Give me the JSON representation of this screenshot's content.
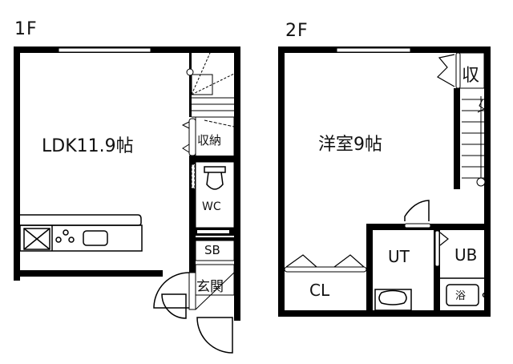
{
  "floor1": {
    "label": "1F",
    "rooms": {
      "ldk": "LDK11.9帖",
      "storage": "収納",
      "wc": "WC",
      "shoe_box": "SB",
      "entrance": "玄関"
    }
  },
  "floor2": {
    "label": "2F",
    "rooms": {
      "western_room": "洋室9帖",
      "closet_small": "収",
      "closet": "CL",
      "utility": "UT",
      "unit_bath": "UB",
      "bathtub": "浴"
    }
  },
  "colors": {
    "wall": "#000000",
    "background": "#ffffff"
  }
}
